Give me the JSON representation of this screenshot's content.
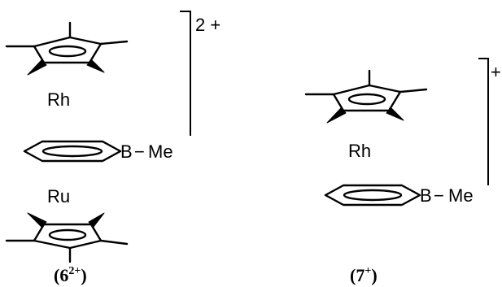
{
  "complex_6": {
    "top_metal": "Rh",
    "heteroatom": "B",
    "bond_dash": "−",
    "substituent": "Me",
    "bottom_metal": "Ru",
    "charge": "2 +",
    "label_open": "(6",
    "label_sup": "2+",
    "label_close": ")"
  },
  "complex_7": {
    "metal": "Rh",
    "heteroatom": "B",
    "bond_dash": "−",
    "substituent": "Me",
    "charge": "+",
    "label_open": "(7",
    "label_sup": "+",
    "label_close": ")"
  }
}
